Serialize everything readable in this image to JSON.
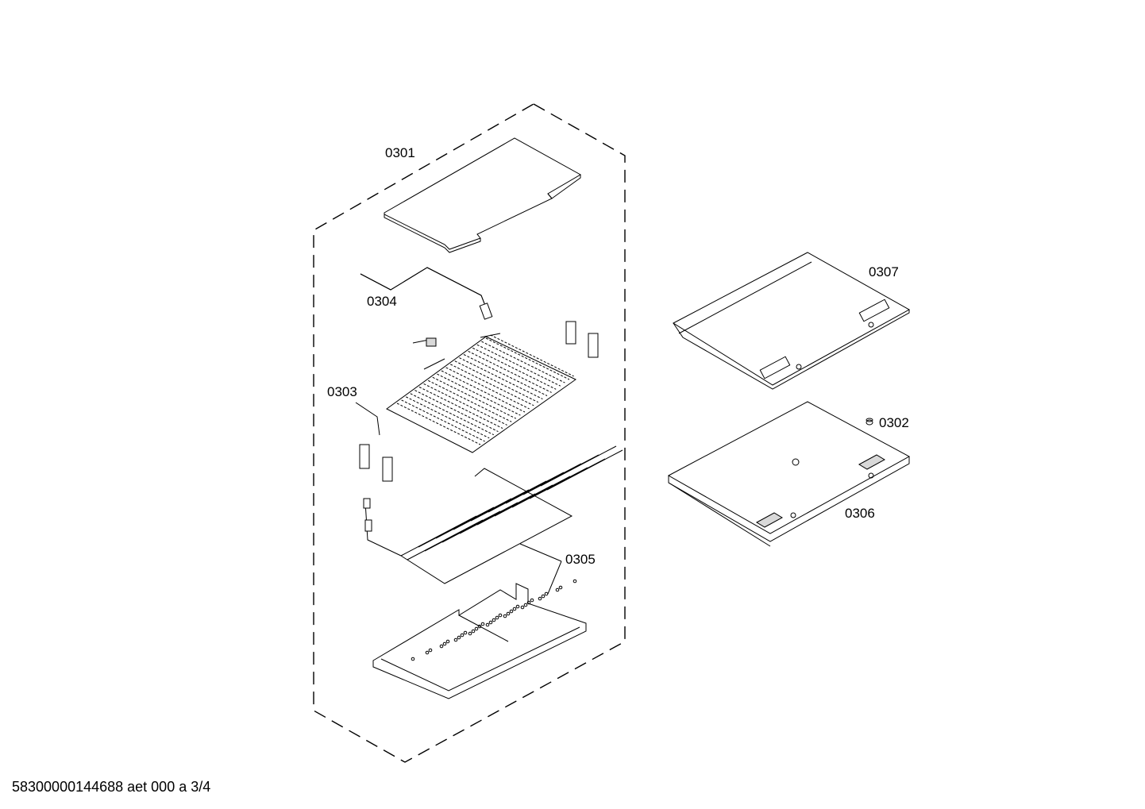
{
  "labels": {
    "p0301": "0301",
    "p0302": "0302",
    "p0303": "0303",
    "p0304": "0304",
    "p0305": "0305",
    "p0306": "0306",
    "p0307": "0307"
  },
  "footer": "58300000144688 aet 000 a 3/4"
}
